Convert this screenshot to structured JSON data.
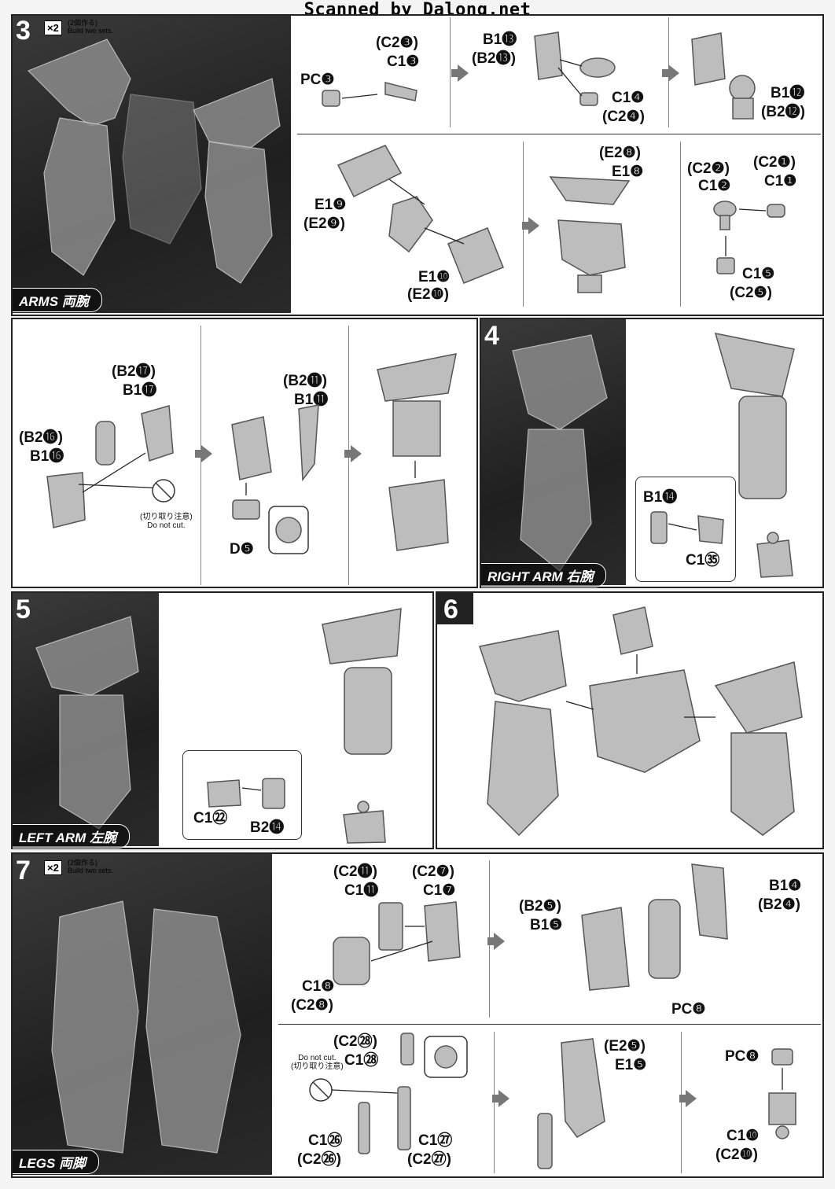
{
  "header": {
    "watermark": "Scanned by Dalong.net"
  },
  "step3": {
    "number": "3",
    "multiplier": "×2",
    "note_jp": "(2個作る)",
    "note_en": "Build two sets.",
    "section": "ARMS 両腕",
    "parts": {
      "pc3": "PC❸",
      "c2_3": "(C2❸)",
      "c1_3": "C1❸",
      "b1_13": "B1⓭",
      "b2_13": "(B2⓭)",
      "c1_4": "C1❹",
      "c2_4": "(C2❹)",
      "b1_12": "B1⓬",
      "b2_12": "(B2⓬)",
      "e1_9": "E1❾",
      "e2_9": "(E2❾)",
      "e1_10": "E1❿",
      "e2_10": "(E2❿)",
      "e2_8": "(E2❽)",
      "e1_8": "E1❽",
      "c2_2": "(C2❷)",
      "c1_2": "C1❷",
      "c2_1": "(C2❶)",
      "c1_1": "C1❶",
      "c1_5": "C1❺",
      "c2_5": "(C2❺)",
      "b2_17": "(B2⓱)",
      "b1_17": "B1⓱",
      "b2_16": "(B2⓰)",
      "b1_16": "B1⓰",
      "b2_11": "(B2⓫)",
      "b1_11": "B1⓫",
      "d5": "D❺"
    },
    "cut_note_jp": "(切り取り注意)",
    "cut_note_en": "Do not cut."
  },
  "step4": {
    "number": "4",
    "section": "RIGHT ARM 右腕",
    "parts": {
      "b1_14": "B1⓮",
      "c1_35": "C1㉟"
    }
  },
  "step5": {
    "number": "5",
    "section": "LEFT ARM 左腕",
    "parts": {
      "c1_22": "C1㉒",
      "b2_14": "B2⓮"
    }
  },
  "step6": {
    "number": "6"
  },
  "step7": {
    "number": "7",
    "multiplier": "×2",
    "note_jp": "(2個作る)",
    "note_en": "Build two sets.",
    "section": "LEGS 両脚",
    "parts": {
      "c2_11": "(C2⓫)",
      "c1_11": "C1⓫",
      "c2_7": "(C2❼)",
      "c1_7": "C1❼",
      "c1_8": "C1❽",
      "c2_8": "(C2❽)",
      "b2_5": "(B2❺)",
      "b1_5": "B1❺",
      "b1_4": "B1❹",
      "b2_4": "(B2❹)",
      "pc8": "PC❽",
      "c2_28": "(C2㉘)",
      "c1_28": "C1㉘",
      "c1_26": "C1㉖",
      "c2_26": "(C2㉖)",
      "c1_27": "C1㉗",
      "c2_27": "(C2㉗)",
      "e2_5": "(E2❺)",
      "e1_5": "E1❺",
      "pc8b": "PC❽",
      "c1_10": "C1❿",
      "c2_10": "(C2❿)"
    },
    "cut_note_en": "Do not cut.",
    "cut_note_jp": "(切り取り注意)"
  }
}
